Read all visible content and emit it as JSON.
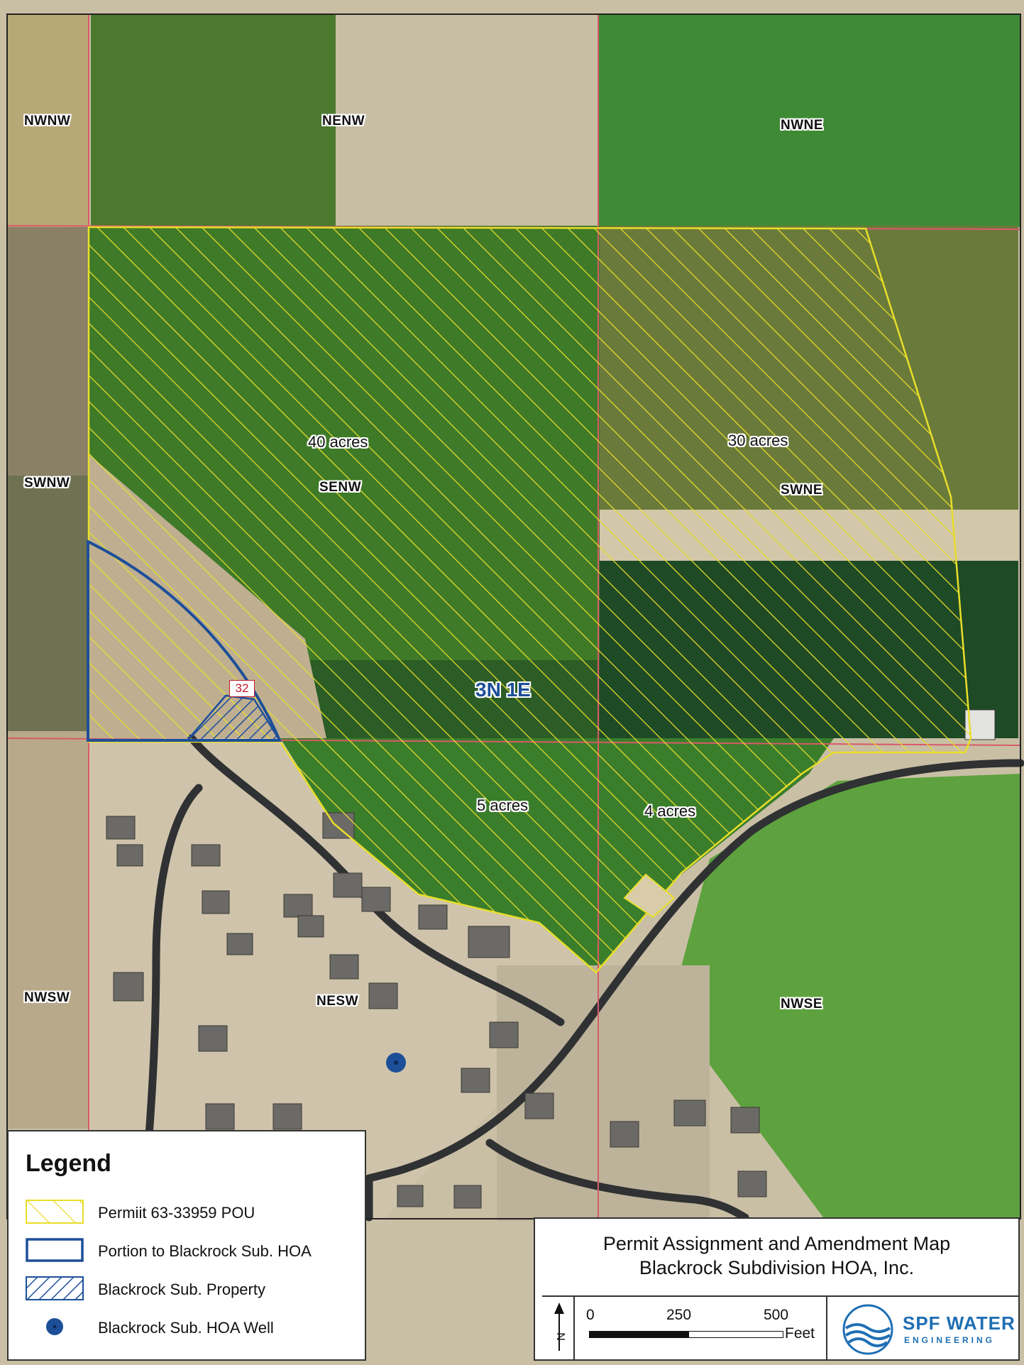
{
  "quarter_sections": {
    "nwnw": "NWNW",
    "nenw": "NENW",
    "nwne": "NWNE",
    "swnw": "SWNW",
    "senw": "SENW",
    "swne": "SWNE",
    "nwsw": "NWSW",
    "nesw": "NESW",
    "nwse": "NWSE"
  },
  "acreage": {
    "a40": "40 acres",
    "a30": "30 acres",
    "a5": "5 acres",
    "a4": "4 acres"
  },
  "township": "3N 1E",
  "section_number": "32",
  "legend": {
    "title": "Legend",
    "items": [
      {
        "label": "Permiit 63-33959 POU",
        "icon": "yellow-hatch"
      },
      {
        "label": "Portion to Blackrock Sub. HOA",
        "icon": "blue-outline"
      },
      {
        "label": "Blackrock Sub. Property",
        "icon": "blue-hatch"
      },
      {
        "label": "Blackrock Sub. HOA Well",
        "icon": "well-dot"
      }
    ]
  },
  "title_block": {
    "title": "Permit Assignment and Amendment Map",
    "subtitle": "Blackrock Subdivision HOA, Inc.",
    "scale": {
      "t0": "0",
      "t250": "250",
      "t500": "500",
      "unit": "Feet"
    },
    "logo_line1": "SPF WATER",
    "logo_line2": "ENGINEERING"
  },
  "colors": {
    "pou_yellow": "#e8de2a",
    "hoa_blue": "#1d4f99",
    "section_line_red": "#d85a6a",
    "road": "#2f3133",
    "field_green": "#3f7a2a"
  }
}
